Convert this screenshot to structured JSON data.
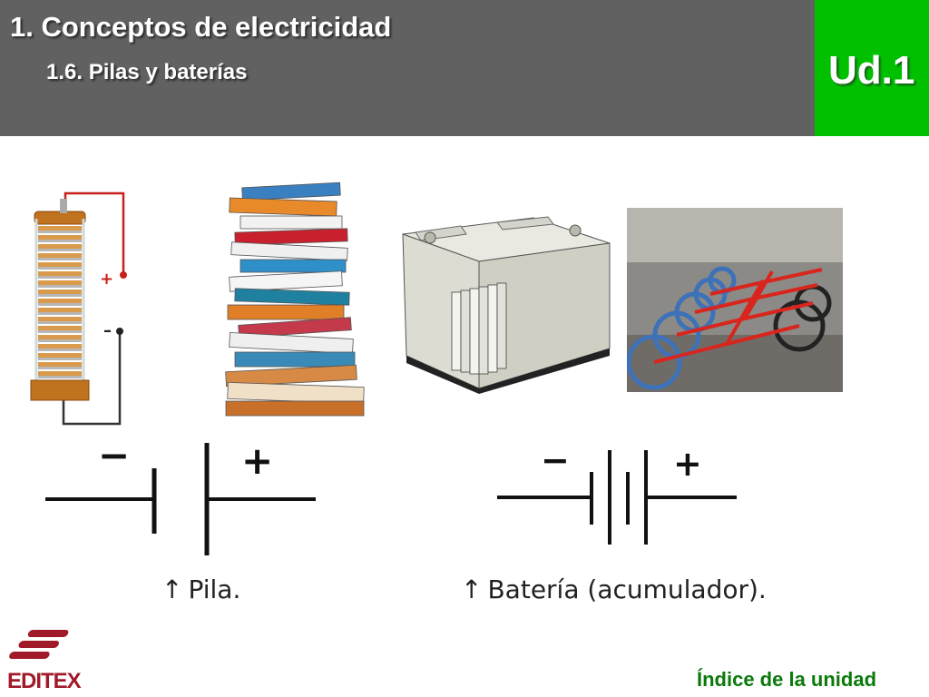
{
  "header": {
    "title": "1. Conceptos de electricidad",
    "subtitle": "1.6. Pilas y baterías",
    "unit": "Ud.1"
  },
  "colors": {
    "header_bg": "#616161",
    "unit_bg": "#00c000",
    "link": "#0a7a0a",
    "logo": "#a11a2a"
  },
  "images": [
    {
      "name": "voltaic-pile-image",
      "icon": "voltaic-pile-icon"
    },
    {
      "name": "stack-of-books-image",
      "icon": "books-icon"
    },
    {
      "name": "car-battery-image",
      "icon": "battery-icon"
    },
    {
      "name": "electric-bikes-image",
      "icon": "bicycle-icon"
    }
  ],
  "symbols": {
    "pila": {
      "minus": "−",
      "plus": "+"
    },
    "bateria": {
      "minus": "−",
      "plus": "+"
    }
  },
  "captions": {
    "pila": "Pila.",
    "bateria": "Batería (acumulador).",
    "arrow": "↑"
  },
  "footer": {
    "logo_text": "EDITEX",
    "index_link": "Índice de la unidad"
  }
}
